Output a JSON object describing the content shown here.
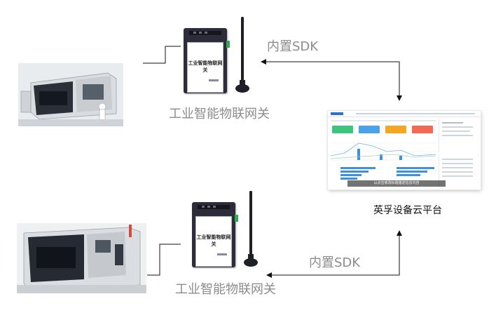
{
  "gateway_title": "工业智能物联网关",
  "gateway_caption": "工业智能物联网关",
  "sdk_label": "内置SDK",
  "platform_caption": "英孚设备云平台",
  "platform_overlay_text": "以点击修改标题描述信息内容",
  "colors": {
    "wire": "#000000",
    "caption": "#8c8c8c",
    "gateway_body": "#2d2c3a",
    "card_green": "#3ec47e",
    "card_blue": "#4aa3e8",
    "card_orange": "#f5a623",
    "card_red": "#f06a55",
    "chart_blue": "#3d8fe0"
  },
  "icons": [
    "cnc-machine",
    "gateway-device",
    "antenna",
    "cloud-dashboard"
  ]
}
